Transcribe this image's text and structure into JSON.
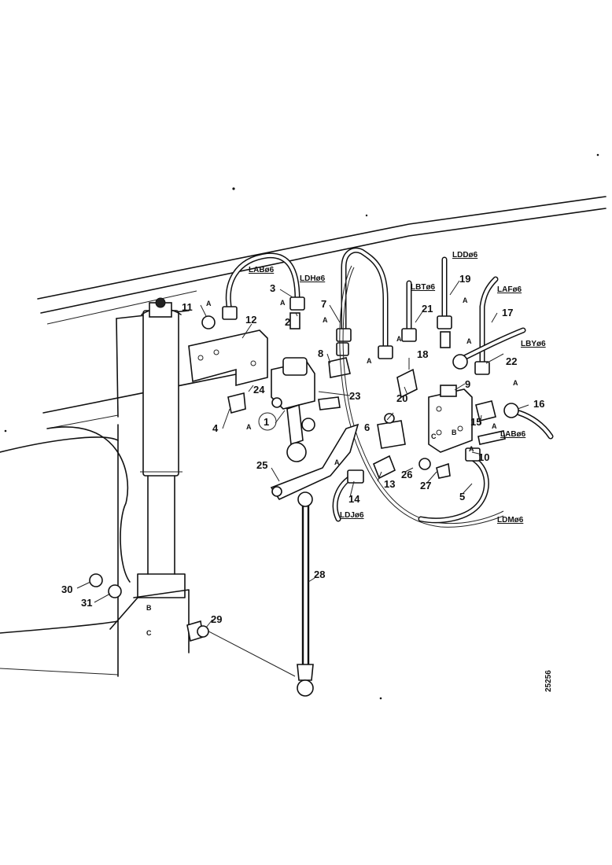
{
  "callouts": {
    "n1": "1",
    "n2": "2",
    "n3": "3",
    "n4": "4",
    "n5": "5",
    "n6": "6",
    "n7": "7",
    "n8": "8",
    "n9": "9",
    "n10": "10",
    "n11": "11",
    "n12": "12",
    "n13": "13",
    "n14": "14",
    "n15": "15",
    "n16": "16",
    "n17": "17",
    "n18": "18",
    "n19": "19",
    "n20": "20",
    "n21": "21",
    "n22": "22",
    "n23": "23",
    "n24": "24",
    "n25": "25",
    "n26": "26",
    "n27": "27",
    "n28": "28",
    "n29": "29",
    "n30": "30",
    "n31": "31"
  },
  "line_labels": {
    "lab_top": "LABø6",
    "ldh_top": "LDHø6",
    "ldd": "LDDø6",
    "lbt": "LBTø6",
    "laf": "LAFø6",
    "lby": "LBYø6",
    "lab_right": "LABø6",
    "ldj": "LDJø6",
    "ldm": "LDMø6"
  },
  "connection_marks": {
    "a1": "A",
    "a2": "A",
    "a3": "A",
    "a4": "A",
    "a5": "A",
    "a6": "A",
    "a7": "A",
    "a8": "A",
    "a9": "A",
    "a10": "A",
    "a11": "A",
    "a12": "A",
    "b1": "B",
    "b2": "B",
    "c1": "C",
    "c2": "C"
  },
  "figure_id": "25256"
}
